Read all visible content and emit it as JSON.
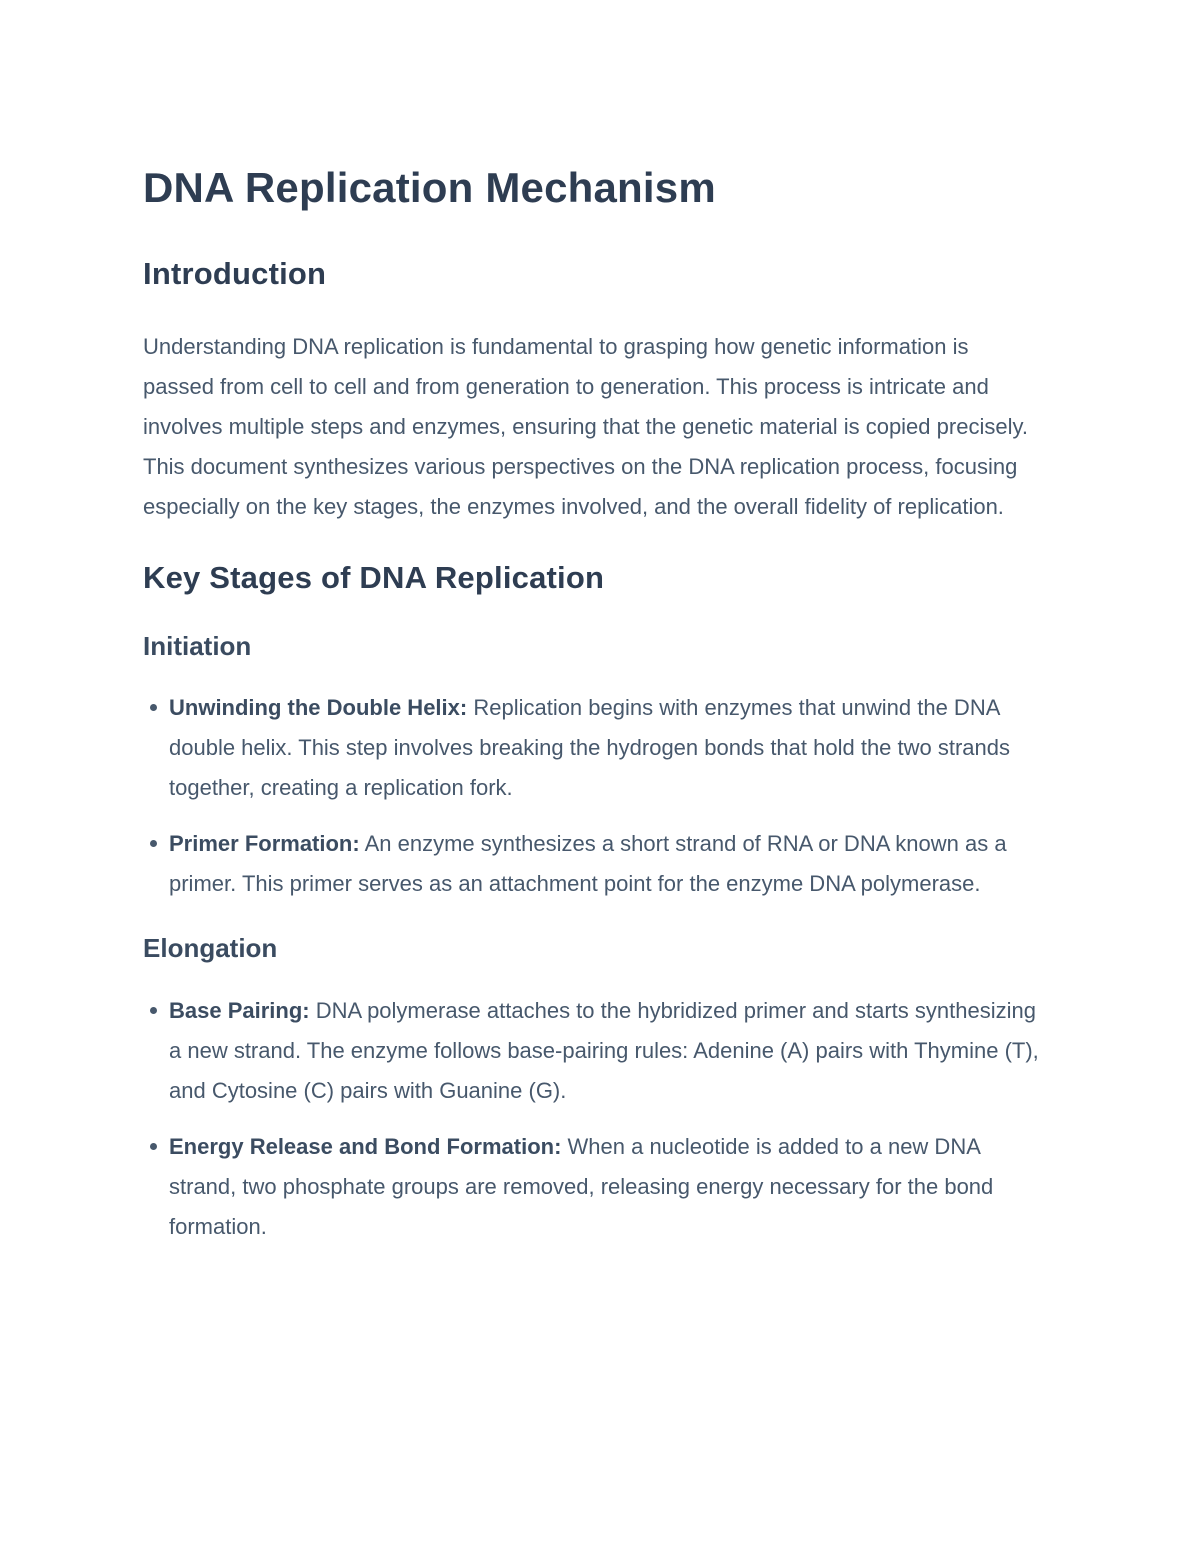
{
  "document": {
    "title": "DNA Replication Mechanism",
    "intro": {
      "heading": "Introduction",
      "paragraph": "Understanding DNA replication is fundamental to grasping how genetic information is passed from cell to cell and from generation to generation. This process is intricate and involves multiple steps and enzymes, ensuring that the genetic material is copied precisely. This document synthesizes various perspectives on the DNA replication process, focusing especially on the key stages, the enzymes involved, and the overall fidelity of replication."
    },
    "key_stages": {
      "heading": "Key Stages of DNA Replication",
      "subsections": [
        {
          "heading": "Initiation",
          "bullets": [
            {
              "lead": "Unwinding the Double Helix:",
              "text": " Replication begins with enzymes that unwind the DNA double helix. This step involves breaking the hydrogen bonds that hold the two strands together, creating a replication fork."
            },
            {
              "lead": "Primer Formation:",
              "text": " An enzyme synthesizes a short strand of RNA or DNA known as a primer. This primer serves as an attachment point for the enzyme DNA polymerase."
            }
          ]
        },
        {
          "heading": "Elongation",
          "bullets": [
            {
              "lead": "Base Pairing:",
              "text": " DNA polymerase attaches to the hybridized primer and starts synthesizing a new strand. The enzyme follows base-pairing rules: Adenine (A) pairs with Thymine (T), and Cytosine (C) pairs with Guanine (G)."
            },
            {
              "lead": "Energy Release and Bond Formation:",
              "text": " When a nucleotide is added to a new DNA strand, two phosphate groups are removed, releasing energy necessary for the bond formation."
            }
          ]
        }
      ]
    },
    "colors": {
      "heading_text": "#2e3d52",
      "body_text": "#47586c",
      "background": "#ffffff"
    }
  }
}
